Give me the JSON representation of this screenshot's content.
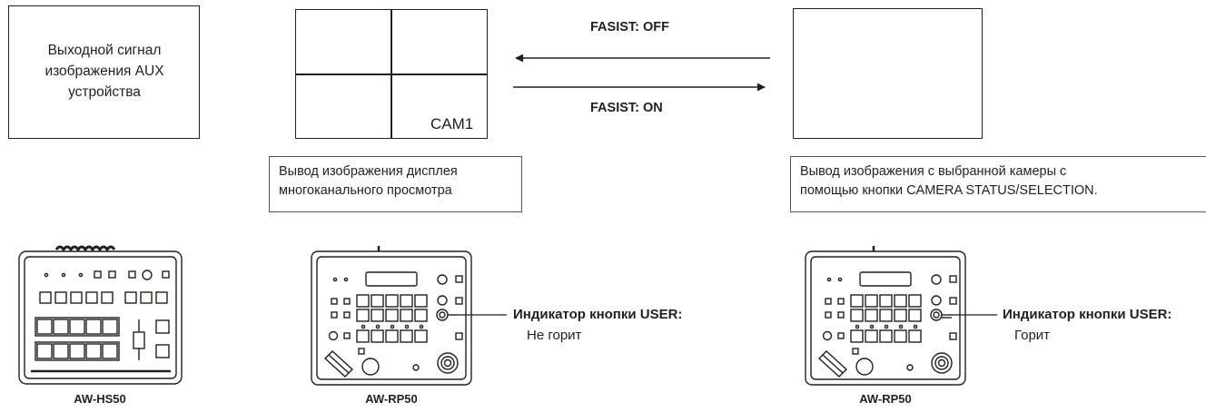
{
  "aux_box": {
    "text": "Выходной сигнал изображения AUX устройства"
  },
  "multiview": {
    "cam_label": "CAM1",
    "caption_line1": "Вывод изображения дисплея",
    "caption_line2": "многоканального просмотра"
  },
  "arrows": {
    "off_label": "FASIST: OFF",
    "on_label": "FASIST: ON"
  },
  "selected_camera": {
    "caption_line1": "Вывод изображения с выбранной камеры с",
    "caption_line2": "помощью кнопки CAMERA STATUS/SELECTION."
  },
  "devices": [
    {
      "model": "AW-HS50"
    },
    {
      "model": "AW-RP50",
      "indicator_title": "Индикатор кнопки USER:",
      "indicator_state": "Не горит"
    },
    {
      "model": "AW-RP50",
      "indicator_title": "Индикатор кнопки USER:",
      "indicator_state": "Горит"
    }
  ]
}
